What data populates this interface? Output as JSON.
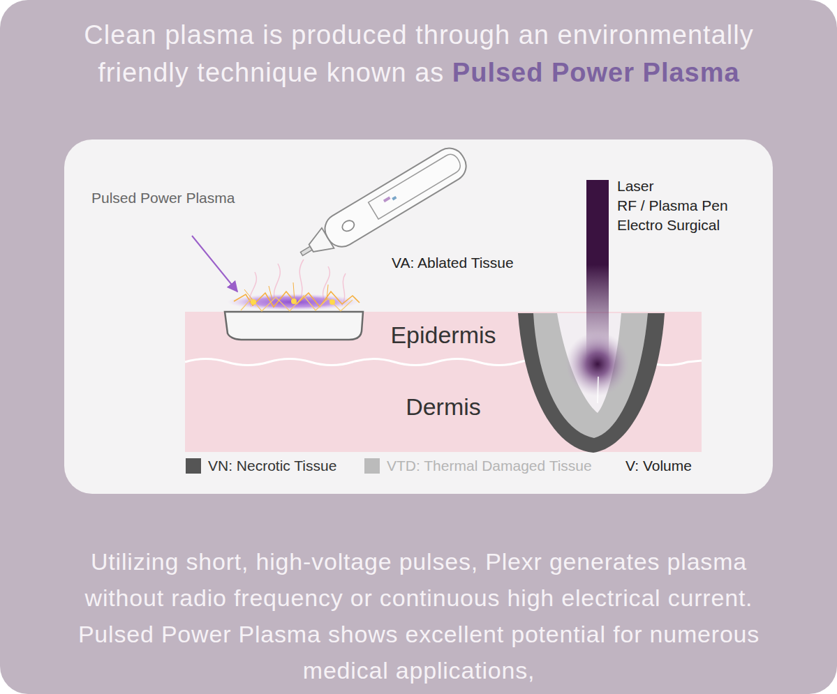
{
  "diagram": {
    "title": "Clean plasma is produced through an environmentally friendly technique known as",
    "caption": "Utilizing short, high-voltage pulses, Plexr generates plasma without radio frequency or continuous high electrical current. Pulsed Power Plasma shows excellent potential for numerous medical applications,",
    "nodes": [
      {
        "text": [
          "Epidermis"
        ]
      },
      {
        "text": [
          "Dermis"
        ]
      }
    ],
    "labels": [
      "Pulsed Power Plasma",
      "Pulsed Power Plasma",
      "VA: Ablated Tissue",
      "Laser",
      "RF / Plasma Pen",
      "Electro Surgical",
      "V: Volume"
    ],
    "legend": [
      {
        "text": "VN: Necrotic Tissue",
        "color": "#555555"
      },
      {
        "text": "VTD: Thermal Damaged Tissue",
        "color": "#bbbbbb"
      }
    ]
  }
}
